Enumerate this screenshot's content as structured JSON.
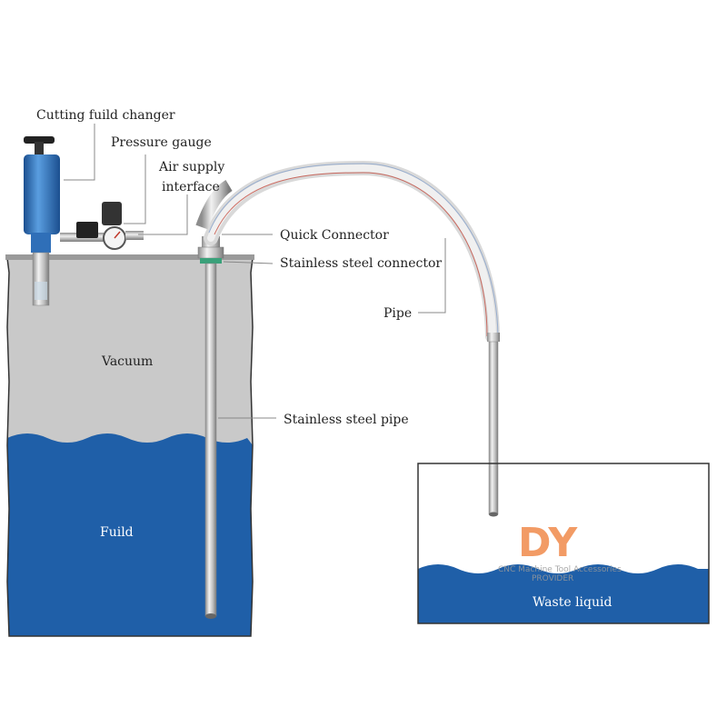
{
  "labels": {
    "cutting_fluid_changer": "Cutting fuild changer",
    "pressure_gauge": "Pressure gauge",
    "air_supply_line1": "Air supply",
    "air_supply_line2": "interface",
    "quick_connector": "Quick Connector",
    "stainless_steel_connector": "Stainless steel connector",
    "pipe": "Pipe",
    "stainless_steel_pipe": "Stainless steel pipe",
    "vacuum": "Vacuum",
    "fluid": "Fuild",
    "waste_liquid": "Waste liquid"
  },
  "watermark": {
    "brand": "DY",
    "line1": "CNC Machine Tool Accessories",
    "line2": "PROVIDER"
  },
  "colors": {
    "fluid_blue": "#1f5fa8",
    "vacuum_grey": "#c9c9c9",
    "watermark_orange": "#f08a4b",
    "device_blue": "#2f6fb8"
  }
}
